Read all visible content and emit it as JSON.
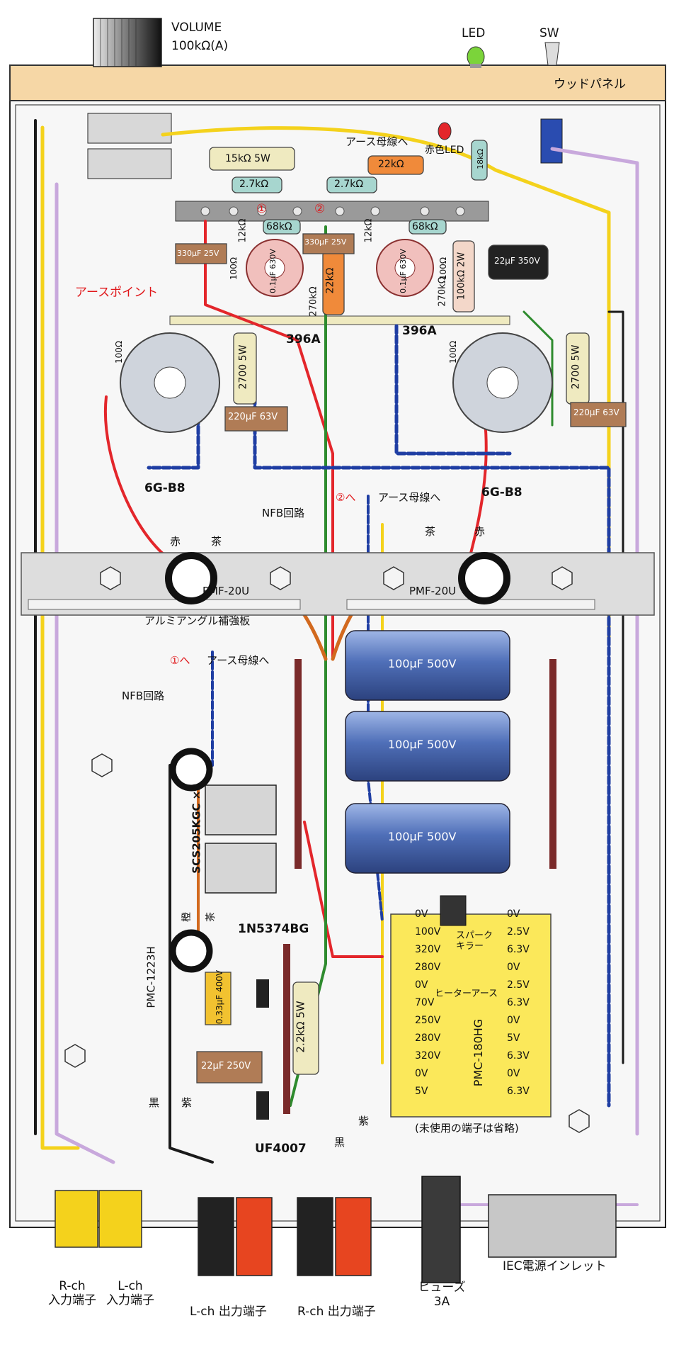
{
  "volume": {
    "name": "VOLUME",
    "value": "100kΩ(A)"
  },
  "led": "LED",
  "sw": "SW",
  "wood_panel": "ウッドパネル",
  "red_led": "赤色LED",
  "earth_bus_to": "アース母線へ",
  "earth_point": "アースポイント",
  "markers": {
    "one": "①",
    "two": "②",
    "to_one": "①へ",
    "to_two": "②へ"
  },
  "tubes": {
    "driver": "396A",
    "output": "6G-B8"
  },
  "nfb": "NFB回路",
  "wire_colors": {
    "red": "赤",
    "brown": "茶",
    "orange": "橙",
    "black": "黒",
    "purple": "紫"
  },
  "transformers": {
    "output": "PMF-20U",
    "choke": "PMC-1223H",
    "power": "PMC-180HG"
  },
  "angle_plate": "アルミアングル補強板",
  "resistors": {
    "r15k": "15kΩ 5W",
    "r2_7k": "2.7kΩ",
    "r22k": "22kΩ",
    "r68k": "68kΩ",
    "r12k": "12kΩ",
    "r100": "100Ω",
    "r22k_v": "22kΩ",
    "r270k": "270kΩ",
    "r100k2w": "100kΩ 2W",
    "r18k": "18kΩ",
    "r2700_5w": "2700 5W",
    "r2_2k5w": "2.2kΩ 5W"
  },
  "capacitors": {
    "c330": "330μF 25V",
    "c01": "0.1μF 630V",
    "c22_350": "22μF 350V",
    "c220_63": "220μF 63V",
    "c100_500": "100μF 500V",
    "c033": "0.33μF 400V",
    "c22_250": "22μF 250V"
  },
  "diodes": {
    "scs": "SCS205KGC ×2",
    "zener": "1N5374BG",
    "uf": "UF4007"
  },
  "power_taps_left": [
    "0V",
    "100V",
    "320V",
    "280V",
    "0V",
    "70V",
    "250V",
    "280V",
    "320V",
    "0V",
    "5V"
  ],
  "power_taps_right": [
    "0V",
    "2.5V",
    "6.3V",
    "0V",
    "2.5V",
    "6.3V",
    "0V",
    "5V",
    "6.3V",
    "0V",
    "6.3V"
  ],
  "spark_killer": "スパークキラー",
  "heater_earth": "ヒーターアース",
  "unused_note": "(未使用の端子は省略)",
  "terminals": {
    "rch_in": "R-ch\n入力端子",
    "lch_in": "L-ch\n入力端子",
    "lch_out": "L-ch 出力端子",
    "rch_out": "R-ch 出力端子",
    "fuse": "ヒューズ\n3A",
    "iec": "IEC電源インレット"
  },
  "colors": {
    "wood": "#f6d7a6",
    "chassis": "#f2f2f2",
    "wire_red": "#e3262b",
    "wire_blue": "#1f3ea3",
    "wire_green": "#2e8b2e",
    "wire_orange": "#d2691e",
    "wire_yellow": "#f4d21c",
    "wire_purple": "#c8a8dc",
    "wire_black": "#1a1a1a",
    "cap_blue": "#5a7cc2",
    "resistor_tan": "#efeac0"
  }
}
